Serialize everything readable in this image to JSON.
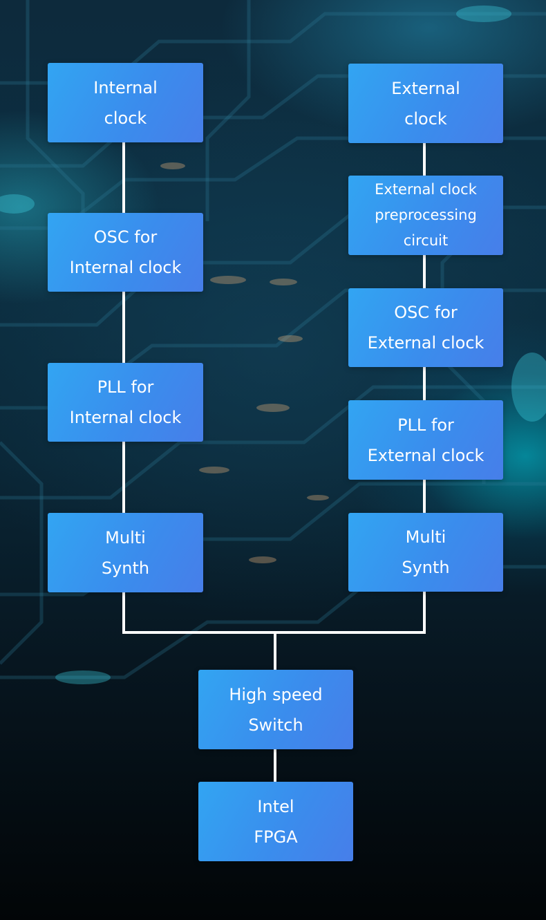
{
  "internal_path": {
    "source": "Internal\nclock",
    "oscillator": "OSC for\nInternal clock",
    "pll": "PLL for\nInternal clock",
    "synth": "Multi\nSynth"
  },
  "external_path": {
    "source": "External\nclock",
    "preprocessing": "External clock\npreprocessing\ncircuit",
    "oscillator": "OSC for\nExternal clock",
    "pll": "PLL for\nExternal clock",
    "synth": "Multi\nSynth"
  },
  "merge": {
    "switch": "High speed\nSwitch",
    "target": "Intel\nFPGA"
  },
  "colors": {
    "box_gradient_start": "#32a5f2",
    "box_gradient_end": "#477ee9",
    "connector": "#ffffff",
    "text": "#ffffff"
  }
}
